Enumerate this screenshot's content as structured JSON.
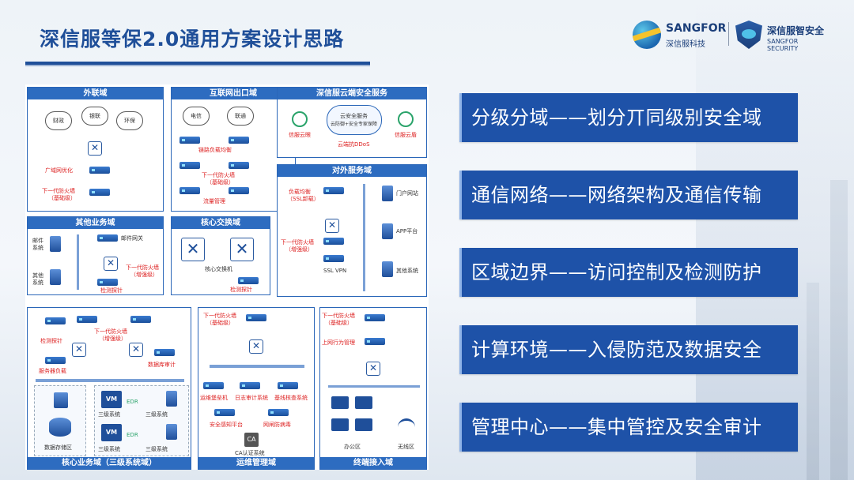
{
  "title": "深信服等保2.0通用方案设计思路",
  "logos": {
    "sangfor_name": "SANGFOR",
    "sangfor_cn": "深信服科技",
    "security_cn": "深信服智安全",
    "security_en": "SANGFOR SECURITY"
  },
  "colors": {
    "accent": "#1e52a8",
    "zone_header": "#2d6cc0",
    "alert_label": "#dd2222"
  },
  "diagram": {
    "zones": {
      "external": "外联域",
      "internet_exit": "互联网出口域",
      "cloud_service": "深信服云端安全服务",
      "public_service": "对外服务域",
      "other_business": "其他业务域",
      "core_switch": "核心交换域",
      "core_business": "核心业务域（三级系统域）",
      "ops": "运维管理域",
      "terminal": "终端接入域"
    },
    "external": {
      "clouds": [
        "财政",
        "银联",
        "环保"
      ],
      "wan_opt": "广域网优化",
      "ngfw": "下一代防火墙",
      "ngfw_level": "（基础级）"
    },
    "internet_exit": {
      "clouds": [
        "电信",
        "联通"
      ],
      "lb": "链路负载均衡",
      "ngfw": "下一代防火墙",
      "ngfw_level": "（基础级）",
      "traffic": "流量管理"
    },
    "cloud_service": {
      "center": "云安全服务",
      "center_sub": "云防御+安全专家保障",
      "left": "信服云眼",
      "right": "信服云盾",
      "ddos": "云端抗DDoS"
    },
    "public_service": {
      "lb": "负载均衡",
      "lb_sub": "（SSL卸载）",
      "ngfw": "下一代防火墙",
      "ngfw_level": "（增强级）",
      "vpn": "SSL VPN",
      "portal": "门户网站",
      "app": "APP平台",
      "other": "其他系统"
    },
    "other_business": {
      "mail": "邮件",
      "mail_sys": "系统",
      "other": "其他",
      "other_sys": "系统",
      "mail_gw": "邮件网关",
      "ngfw": "下一代防火墙",
      "ngfw_level": "（增强级）",
      "probe": "检测探针"
    },
    "core_switch": {
      "label": "核心交换机",
      "probe": "检测探针"
    },
    "core_business": {
      "ngfw": "下一代防火墙",
      "ngfw_level": "（增强级）",
      "probe": "检测探针",
      "server_lb": "服务器负载",
      "db_audit": "数据库审计",
      "storage": "数据存储区",
      "vm": "VM",
      "edr": "EDR",
      "level3": "三级系统"
    },
    "ops": {
      "ngfw": "下一代防火墙",
      "ngfw_level": "（基础级）",
      "bastion": "运维堡垒机",
      "log_audit": "日志审计系统",
      "baseline": "基线核查系统",
      "sec_platform": "安全感知平台",
      "antivirus": "网闸防病毒",
      "ca_icon": "CA",
      "ca": "CA认证系统"
    },
    "terminal": {
      "ngfw": "下一代防火墙",
      "ngfw_level": "（基础级）",
      "behavior": "上网行为管理",
      "office": "办公区",
      "wireless": "无线区"
    }
  },
  "cards": [
    "分级分域——划分丌同级别安全域",
    "通信网络——网络架构及通信传输",
    "区域边界——访问控制及检测防护",
    "计算环境——入侵防范及数据安全",
    "管理中心——集中管控及安全审计"
  ]
}
